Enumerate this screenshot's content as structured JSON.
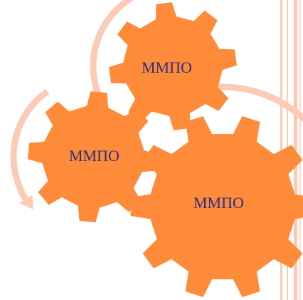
{
  "colors": {
    "gear_fill": "#fd8b3a",
    "arrow_fill": "#fccbb6",
    "label_text": "#2b2f7e",
    "stripe_color": "#fcc9b0",
    "background": "#ffffff"
  },
  "gears": [
    {
      "label": "ММПО",
      "icon": "gear-icon"
    },
    {
      "label": "ММПО",
      "icon": "gear-icon"
    },
    {
      "label": "ММПО",
      "icon": "gear-icon"
    }
  ],
  "arrows": [
    {
      "icon": "curved-arrow-icon"
    },
    {
      "icon": "curved-arrow-icon"
    },
    {
      "icon": "curved-arrow-icon"
    }
  ]
}
